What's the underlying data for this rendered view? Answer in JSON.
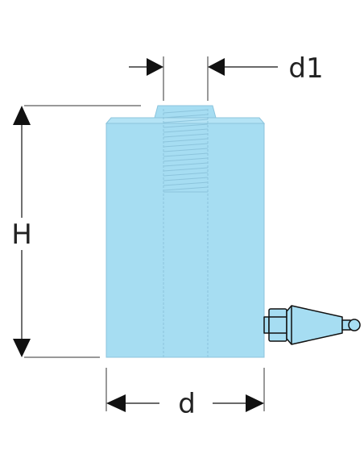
{
  "diagram": {
    "labels": {
      "height": "H",
      "diameter": "d",
      "thread_diameter": "d1"
    },
    "colors": {
      "body_fill": "#a6ddf2",
      "body_stroke": "#8cc4dc",
      "line": "#111111",
      "fitting_fill": "#a6ddf2"
    }
  }
}
